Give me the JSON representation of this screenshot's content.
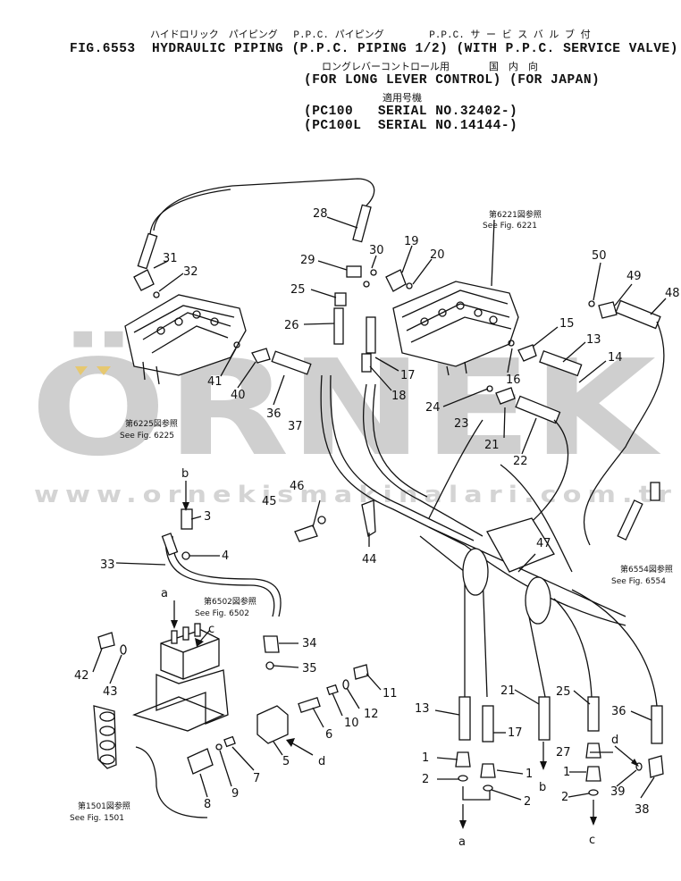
{
  "header": {
    "jp_line1": "ハイドロリック　パイピング　 P.P.C. パイピング　　　　 P.P.C. サ ー ビ ス バ ル ブ 付",
    "line1": "FIG.6553  HYDRAULIC PIPING (P.P.C. PIPING 1/2) (WITH P.P.C. SERVICE VALVE)",
    "jp_line2": "ロングレバーコントロール用　　　　国　内　向",
    "line2": "(FOR LONG LEVER CONTROL) (FOR JAPAN)",
    "jp_line3": "適用号機",
    "line3": "(PC100   SERIAL NO.32402-)",
    "line4": "(PC100L  SERIAL NO.14144-)"
  },
  "references": {
    "fig6221_jp": "第6221図参照",
    "fig6221": "See Fig. 6221",
    "fig6225_jp": "第6225図参照",
    "fig6225": "See Fig. 6225",
    "fig6502_jp": "第6502図参照",
    "fig6502": "See Fig. 6502",
    "fig6554_jp": "第6554図参照",
    "fig6554": "See Fig. 6554",
    "fig1501_jp": "第1501図参照",
    "fig1501": "See Fig. 1501"
  },
  "callouts": [
    "1",
    "2",
    "3",
    "4",
    "5",
    "6",
    "7",
    "8",
    "9",
    "10",
    "11",
    "12",
    "13",
    "14",
    "15",
    "16",
    "17",
    "18",
    "19",
    "20",
    "21",
    "22",
    "23",
    "24",
    "25",
    "26",
    "27",
    "28",
    "29",
    "30",
    "31",
    "32",
    "33",
    "34",
    "35",
    "36",
    "37",
    "38",
    "39",
    "40",
    "41",
    "42",
    "43",
    "44",
    "45",
    "46",
    "47",
    "48",
    "49",
    "50"
  ],
  "letters": {
    "a": "a",
    "b": "b",
    "c": "c",
    "d": "d"
  },
  "watermark": {
    "brand": "ÖRNEK",
    "url": "www.ornekismakinalari.com.tr"
  }
}
